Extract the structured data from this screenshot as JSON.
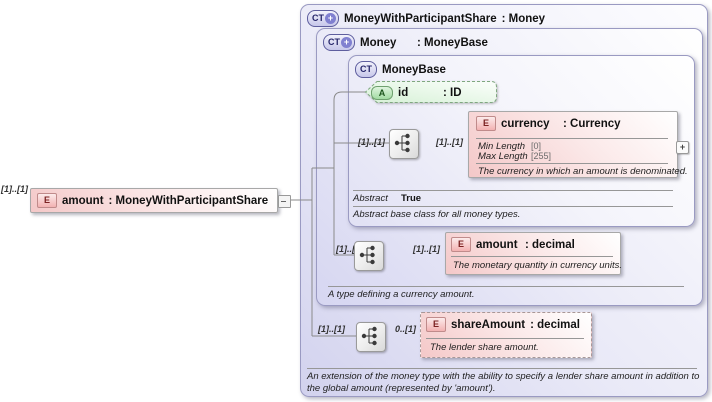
{
  "colors": {
    "element_pink": "#f4c8c8",
    "attribute_green": "#a2dba2",
    "type_lavender": "#d2d2ee",
    "line_gray": "#8a8a8a"
  },
  "left_element": {
    "cardinality": "[1]..[1]",
    "badge": "E",
    "name": "amount",
    "type": ": MoneyWithParticipantShare"
  },
  "outer_type": {
    "badge": "CT",
    "plus": "+",
    "title_name": "MoneyWithParticipantShare",
    "title_type": ": Money",
    "share_branch": {
      "card_left": "[1]..[1]",
      "card_right": "0..[1]"
    },
    "share_element": {
      "badge": "E",
      "name": "shareAmount",
      "type": ": decimal",
      "description": "The lender share amount."
    },
    "description": "An extension of the money type with the ability to specify a lender share amount in addition to the global amount (represented by 'amount')."
  },
  "money_type": {
    "badge": "CT",
    "plus": "+",
    "title_name": "Money",
    "title_type": ": MoneyBase",
    "amount_branch": {
      "card_left": "[1]..[1]",
      "card_right": "[1]..[1]"
    },
    "amount_element": {
      "badge": "E",
      "name": "amount",
      "type": ": decimal",
      "description": "The monetary quantity in currency units."
    },
    "description": "A type defining a currency amount."
  },
  "moneybase_type": {
    "badge": "CT",
    "title_name": "MoneyBase",
    "id_attribute": {
      "badge": "A",
      "name": "id",
      "type": ": ID"
    },
    "currency_branch": {
      "card_left": "[1]..[1]",
      "card_right": "[1]..[1]"
    },
    "currency_element": {
      "badge": "E",
      "name": "currency",
      "type": ": Currency",
      "min_length_label": "Min Length",
      "min_length_value": "[0]",
      "max_length_label": "Max Length",
      "max_length_value": "[255]",
      "description": "The currency in which an amount is denominated."
    },
    "abstract_label": "Abstract",
    "abstract_value": "True",
    "description": "Abstract base class for all money types.",
    "expand_button": "+"
  }
}
